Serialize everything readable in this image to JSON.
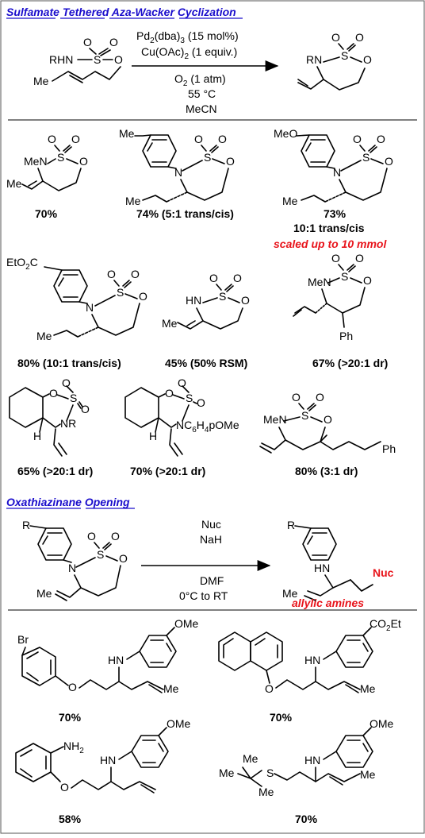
{
  "section1": {
    "header": [
      "Sulfamate",
      "Tethered",
      "Aza-Wacker",
      "Cyclization"
    ],
    "conditions": [
      "15 mol%",
      "1 equiv.",
      "O",
      "(1 atm)",
      "55 °C",
      "MeCN"
    ],
    "reagents": {
      "pd": "Pd",
      "dba": "(dba)",
      "cu": "Cu(OAc)",
      "two": "2",
      "three": "3"
    }
  },
  "section2": {
    "yields": [
      "70%",
      "74% (5:1 trans/cis)",
      "73%",
      "10:1 trans/cis",
      "scaled up to 10 mmol",
      "80% (10:1 trans/cis)",
      "45%  (50% RSM)",
      "67% (>20:1 dr)",
      "65% (>20:1 dr)",
      "70% (>20:1 dr)",
      "80% (3:1 dr)"
    ]
  },
  "section3": {
    "header": [
      "Oxathiazinane",
      "Opening"
    ],
    "conditions": [
      "Nuc",
      "NaH",
      "DMF",
      "0°C to RT"
    ],
    "product_label": "allylic amines",
    "nuc": "Nuc"
  },
  "section4": {
    "yields": [
      "70%",
      "70%",
      "58%",
      "70%"
    ]
  },
  "atoms": {
    "Me": "Me",
    "O": "O",
    "S": "S",
    "N": "N",
    "RHN": "RHN",
    "RN": "RN",
    "MeN": "MeN",
    "HN": "HN",
    "Ph": "Ph",
    "MeO": "MeO",
    "OMe": "OMe",
    "EtO2C_a": "EtO",
    "EtO2C_b": "C",
    "CO2Et_a": "CO",
    "CO2Et_b": "Et",
    "NR": "NR",
    "NC6H4pOMe_a": "NC",
    "NC6H4pOMe_b": "H",
    "NC6H4pOMe_c": "pOMe",
    "H": "H",
    "R": "R",
    "Br": "Br",
    "NH2": "NH",
    "two": "2",
    "six": "6",
    "four": "4"
  }
}
